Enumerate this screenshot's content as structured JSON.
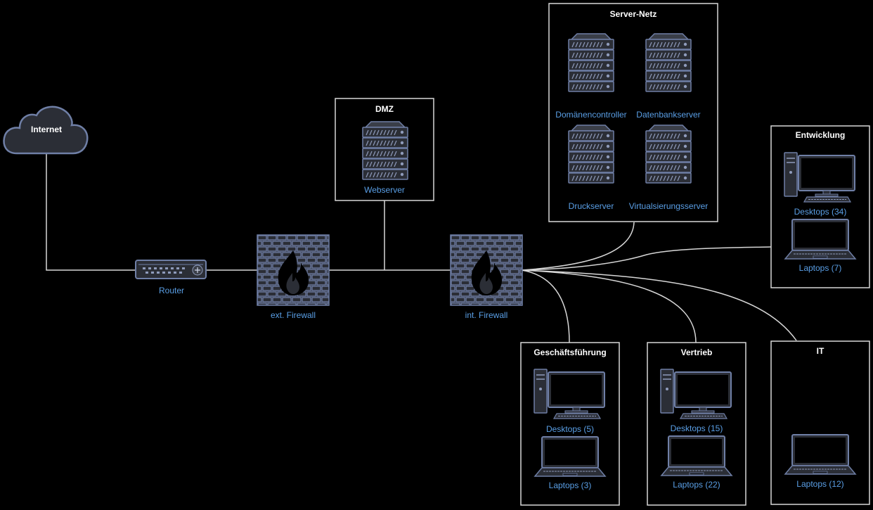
{
  "internet": {
    "label": "Internet"
  },
  "router": {
    "label": "Router"
  },
  "ext_firewall": {
    "label": "ext. Firewall"
  },
  "int_firewall": {
    "label": "int. Firewall"
  },
  "dmz": {
    "title": "DMZ",
    "webserver": "Webserver"
  },
  "server_net": {
    "title": "Server-Netz",
    "servers": [
      "Domänencontroller",
      "Datenbankserver",
      "Druckserver",
      "Virtualsierungsserver"
    ]
  },
  "entwicklung": {
    "title": "Entwicklung",
    "desktops": "Desktops (34)",
    "laptops": "Laptops (7)"
  },
  "geschaeftsfuehrung": {
    "title": "Geschäftsführung",
    "desktops": "Desktops (5)",
    "laptops": "Laptops (3)"
  },
  "vertrieb": {
    "title": "Vertrieb",
    "desktops": "Desktops (15)",
    "laptops": "Laptops (22)"
  },
  "it": {
    "title": "IT",
    "laptops": "Laptops (12)"
  },
  "colors": {
    "label": "#5a9fe6",
    "device": "#6f7fa6",
    "line": "#d7d7d7",
    "background": "#000000"
  }
}
